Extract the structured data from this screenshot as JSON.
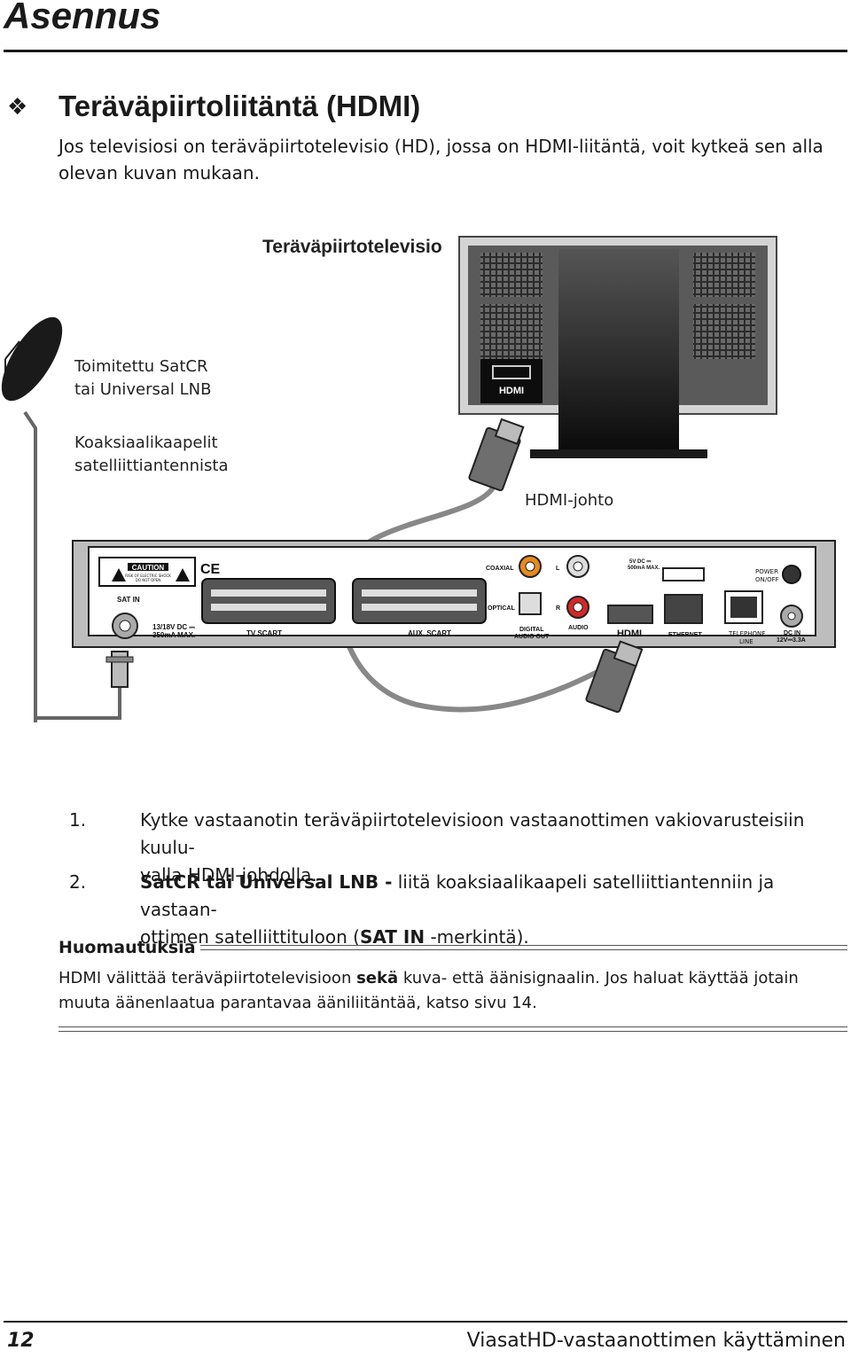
{
  "header": {
    "title": "Asennus"
  },
  "section": {
    "bullet": "❖",
    "heading": "Teräväpiirtoliitäntä (HDMI)",
    "intro": "Jos televisiosi on teräväpiirtotelevisio (HD), jossa on HDMI-liitäntä, voit kytkeä sen alla olevan kuvan mukaan."
  },
  "diagram": {
    "tv_label": "Teräväpiirtotelevisio",
    "lnb_line1": "Toimitettu SatCR",
    "lnb_line2": "tai Universal LNB",
    "coax_line1": "Koaksiaalikaapelit",
    "coax_line2": "satelliittiantennista",
    "hdmi_cable_label": "HDMI-johto",
    "tv_port_logo": "HDMI",
    "receiver": {
      "caution": "CAUTION",
      "caution_sub1": "RISK OF ELECTRIC SHOCK",
      "caution_sub2": "DO NOT OPEN",
      "ce": "CE",
      "sat_in": "SAT IN",
      "sat_power1": "13/18V DC ⎓",
      "sat_power2": "350mA MAX.",
      "tv_scart": "TV SCART",
      "aux_scart": "AUX. SCART",
      "coaxial": "COAXIAL",
      "optical": "OPTICAL",
      "digital1": "DIGITAL",
      "digital2": "AUDIO OUT",
      "audio_l": "L",
      "audio_r": "R",
      "audio": "AUDIO",
      "usb1": "5V DC ⎓",
      "usb2": "500mA MAX.",
      "hdmi": "HDMI",
      "ethernet": "ETHERNET",
      "power1": "POWER",
      "power2": "ON/OFF",
      "telephone1": "TELEPHONE",
      "telephone2": "LINE",
      "dcin1": "DC IN",
      "dcin2": "12V⎓3.3A"
    }
  },
  "steps": [
    {
      "num": "1.",
      "text": "Kytke vastaanotin teräväpiirtotelevisioon vastaanottimen vakiovarusteisiin kuulu-",
      "text2": "valla HDMI-johdolla."
    },
    {
      "num": "2.",
      "bold1": "SatCR tai Universal LNB -",
      "text": " liitä koaksiaalikaapeli satelliittiantenniin ja vastaan-",
      "text2a": "ottimen satelliittituloon (",
      "bold2": "SAT IN",
      "text2b": " -merkintä)."
    }
  ],
  "notes": {
    "title": "Huomautuksia",
    "text_a": "HDMI välittää teräväpiirtotelevisioon ",
    "bold": "sekä",
    "text_b": " kuva- että äänisignaalin. Jos haluat käyttää jotain muuta äänenlaatua parantavaa ääniliitäntää, katso sivu 14."
  },
  "footer": {
    "page": "12",
    "text": "ViasatHD-vastaanottimen käyttäminen"
  }
}
